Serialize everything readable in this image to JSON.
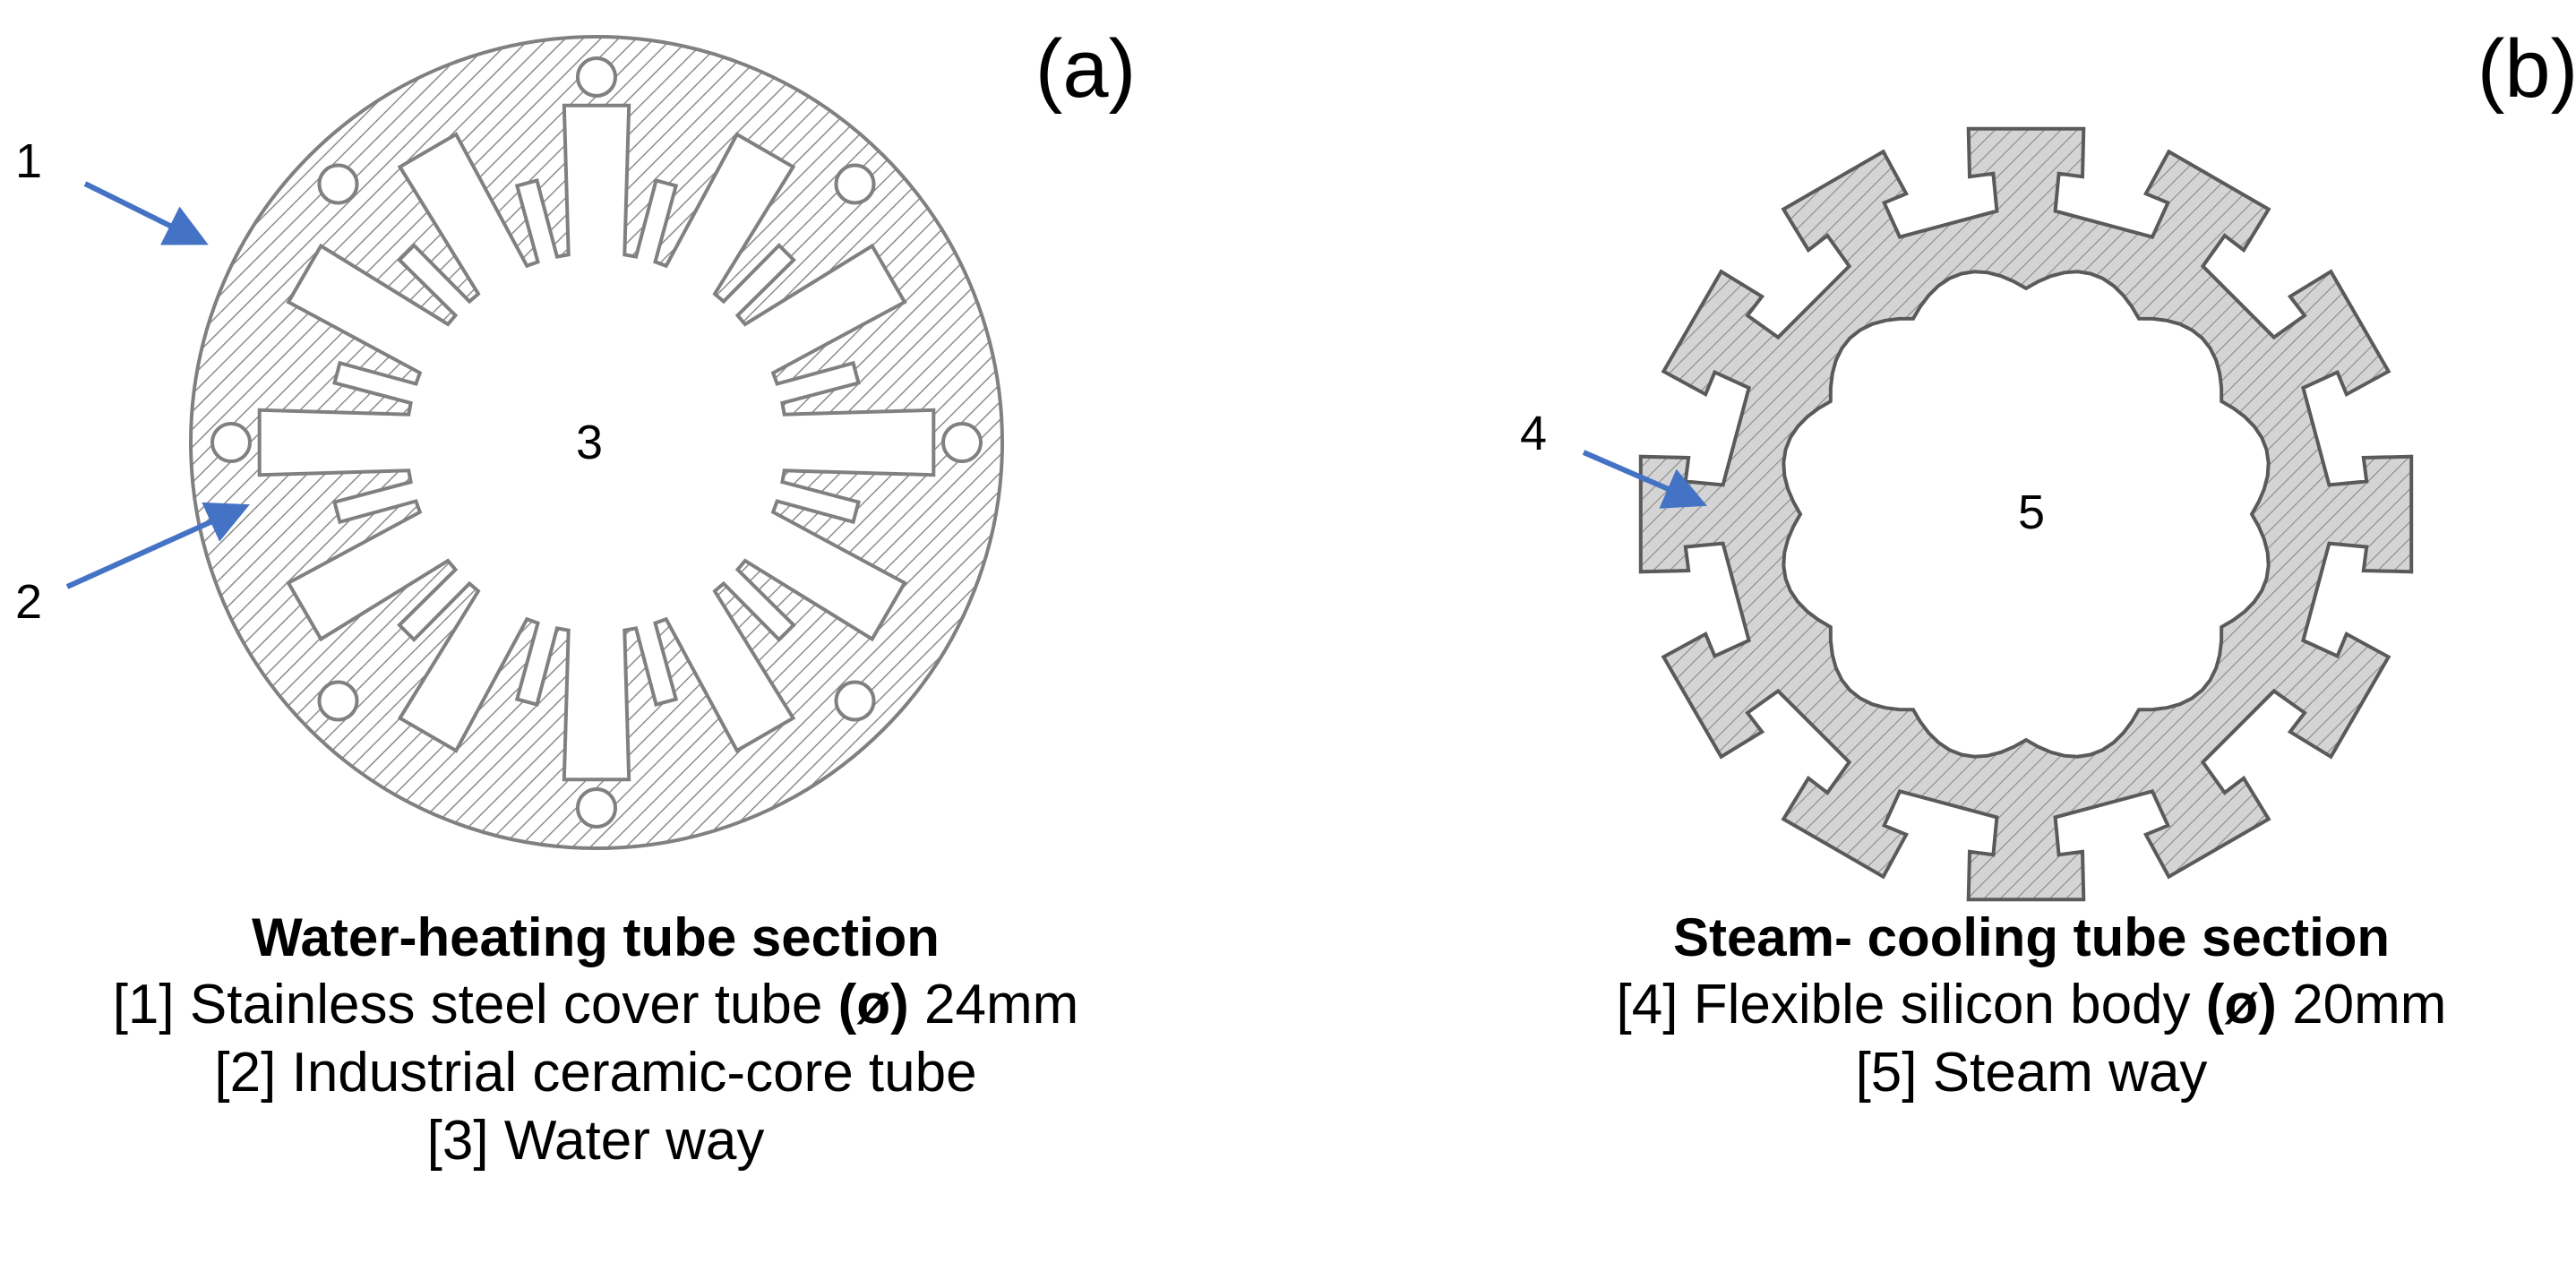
{
  "panels": [
    {
      "id": "a",
      "panel_label": "(a)",
      "callouts": [
        "1",
        "2",
        "3"
      ],
      "caption_title": "Water-heating tube section",
      "caption_lines": [
        {
          "number": "[1]",
          "text": "Stainless steel cover tube",
          "diameter_symbol": "(ø)",
          "value": "24mm"
        },
        {
          "number": "[2]",
          "text": "Industrial ceramic-core tube"
        },
        {
          "number": "[3]",
          "text": "Water way"
        }
      ]
    },
    {
      "id": "b",
      "panel_label": "(b)",
      "callouts": [
        "4",
        "5"
      ],
      "caption_title": "Steam- cooling tube section",
      "caption_lines": [
        {
          "number": "[4]",
          "text": "Flexible silicon body",
          "diameter_symbol": "(ø)",
          "value": "20mm"
        },
        {
          "number": "[5]",
          "text": "Steam way"
        }
      ]
    }
  ],
  "colors": {
    "arrow": "#4472c4",
    "outline": "#808080",
    "hatch": "#8c8c8c",
    "silicon_fill": "#d4d4d4"
  }
}
